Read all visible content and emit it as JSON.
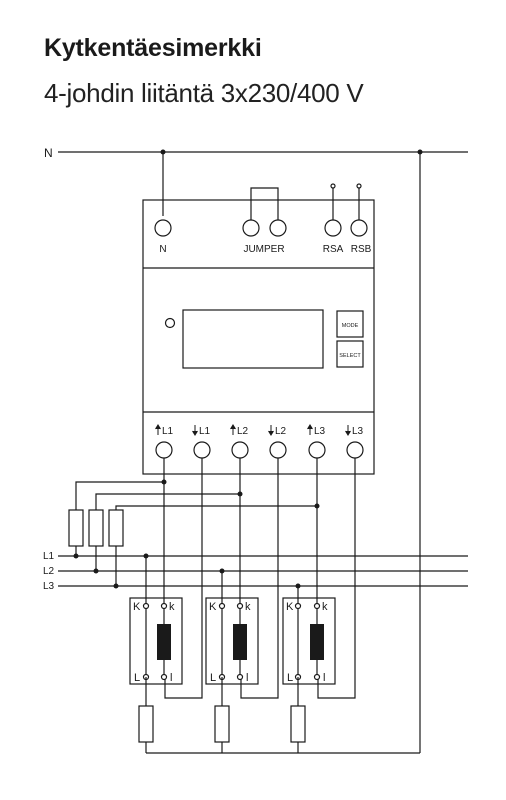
{
  "header": {
    "title": "Kytkentäesimerkki",
    "subtitle": "4-johdin liitäntä 3x230/400 V"
  },
  "lines": {
    "neutral": "N",
    "phases": [
      "L1",
      "L2",
      "L3"
    ]
  },
  "meter": {
    "top_terminals": {
      "n": "N",
      "jumper": "JUMPER",
      "rsa": "RSA",
      "rsb": "RSB"
    },
    "buttons": {
      "mode": "MODE",
      "select": "SELECT"
    },
    "bottom_terminals": [
      "L1",
      "L1",
      "L2",
      "L2",
      "L3",
      "L3"
    ]
  },
  "current_transformer": {
    "top_left": "K",
    "top_right": "k",
    "bottom_left": "L",
    "bottom_right": "l"
  }
}
